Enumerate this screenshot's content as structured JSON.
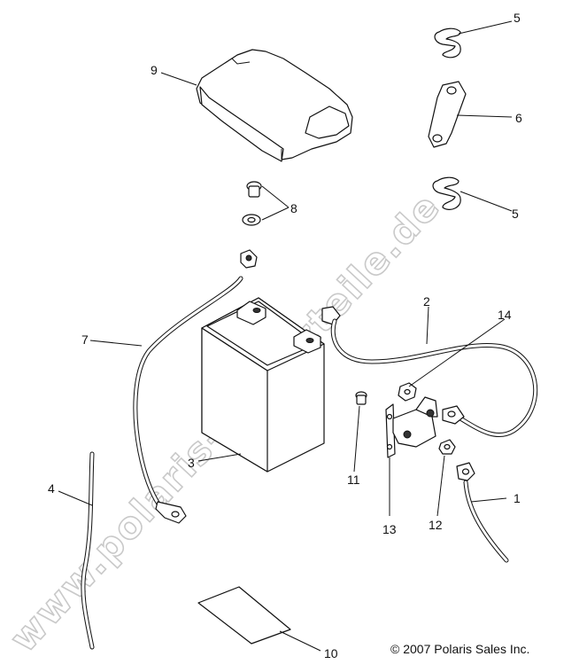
{
  "callouts": {
    "c1": "1",
    "c2": "2",
    "c3": "3",
    "c4": "4",
    "c5a": "5",
    "c5b": "5",
    "c6": "6",
    "c7": "7",
    "c8": "8",
    "c9": "9",
    "c10": "10",
    "c11": "11",
    "c12": "12",
    "c13": "13",
    "c14": "14"
  },
  "copyright": "© 2007 Polaris Sales Inc.",
  "watermark": "www.polaris-ersatzteile.de",
  "colors": {
    "line": "#111111",
    "background": "#ffffff",
    "watermark": "#c9c9c9"
  }
}
